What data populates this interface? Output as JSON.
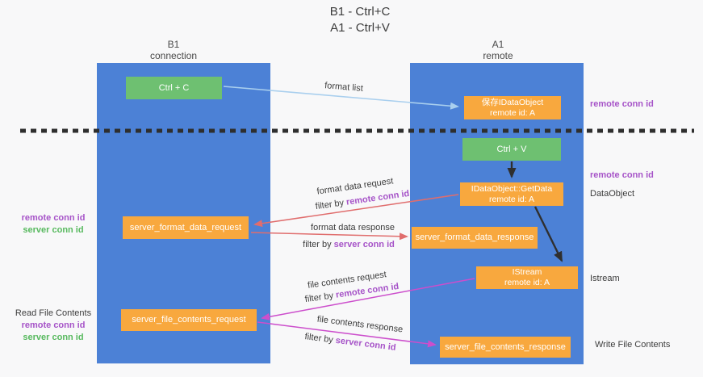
{
  "title": {
    "line1": "B1 - Ctrl+C",
    "line2": "A1 - Ctrl+V"
  },
  "lifelines": {
    "b1": {
      "name": "B1",
      "role": "connection"
    },
    "a1": {
      "name": "A1",
      "role": "remote"
    }
  },
  "boxes": {
    "ctrl_c": {
      "label": "Ctrl + C"
    },
    "save_idataobject": {
      "line1": "保存IDataObject",
      "line2": "remote id: A"
    },
    "ctrl_v": {
      "label": "Ctrl + V"
    },
    "getdata": {
      "line1": "IDataObject::GetData",
      "line2": "remote id: A"
    },
    "format_request": {
      "label": "server_format_data_request"
    },
    "format_response": {
      "label": "server_format_data_response"
    },
    "istream": {
      "line1": "IStream",
      "line2": "remote id: A"
    },
    "file_request": {
      "label": "server_file_contents_request"
    },
    "file_response": {
      "label": "server_file_contents_response"
    }
  },
  "arrow_labels": {
    "format_list": "format list",
    "format_data_request": "format data request",
    "format_data_response": "format data response",
    "file_contents_request": "file contents request",
    "file_contents_response": "file contents response",
    "filter_by": "filter by ",
    "remote_conn_id": "remote conn id",
    "server_conn_id": "server conn id"
  },
  "annotations": {
    "right_remote_conn_id_top": "remote conn id",
    "right_remote_conn_id_mid": "remote conn id",
    "right_dataobject": "DataObject",
    "right_istream": "Istream",
    "right_write_file_contents": "Write File Contents",
    "left_remote_conn_id_top": "remote conn id",
    "left_server_conn_id_top": "server conn id",
    "left_read_file_contents": "Read File Contents",
    "left_remote_conn_id_bottom": "remote conn id",
    "left_server_conn_id_bottom": "server conn id"
  },
  "colors": {
    "lifeline-blue": "#4c81d6",
    "box-green": "#6ec071",
    "box-orange": "#f8a83e",
    "purple-text": "#a653c8",
    "green-text": "#57b95e",
    "arrow-blue": "#a9cfee",
    "arrow-red": "#e06d6d",
    "arrow-magenta": "#cc4ecc",
    "arrow-dark": "#2f2f2f"
  }
}
